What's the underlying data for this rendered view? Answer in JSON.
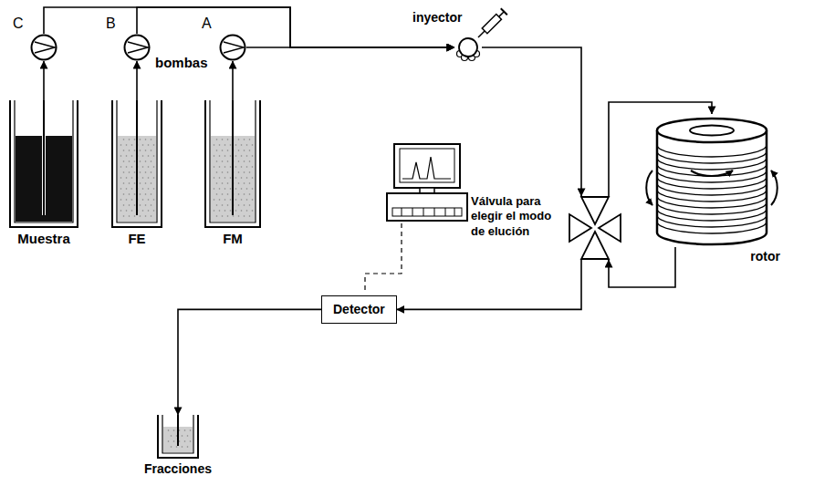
{
  "diagram": {
    "nodes": [
      {
        "text": [
          "Muestra"
        ]
      },
      {
        "text": [
          "FE"
        ]
      },
      {
        "text": [
          "FM"
        ]
      },
      {
        "text": [
          "C"
        ]
      },
      {
        "text": [
          "B"
        ]
      },
      {
        "text": [
          "A"
        ]
      },
      {
        "text": [
          "inyector"
        ]
      },
      {
        "text": [
          "Válvula para elegir el modo de elución"
        ]
      },
      {
        "text": [
          "rotor"
        ]
      },
      {
        "text": [
          "Detector"
        ]
      },
      {
        "text": [
          "Fracciones"
        ]
      }
    ],
    "edges": [
      {
        "from": 0,
        "to": 3,
        "arrow": "to"
      },
      {
        "from": 1,
        "to": 4,
        "arrow": "to"
      },
      {
        "from": 2,
        "to": 5,
        "arrow": "to"
      },
      {
        "from": 3,
        "to": 6,
        "arrow": "to"
      },
      {
        "from": 4,
        "to": 6,
        "arrow": "to"
      },
      {
        "from": 5,
        "to": 6,
        "arrow": "to"
      },
      {
        "from": 6,
        "to": 7,
        "arrow": "to"
      },
      {
        "from": 7,
        "to": 8,
        "arrow": "to"
      },
      {
        "from": 8,
        "to": 7,
        "arrow": "to"
      },
      {
        "from": 7,
        "to": 9,
        "arrow": "to"
      },
      {
        "from": 9,
        "to": 10,
        "arrow": "to"
      }
    ],
    "labels": [
      "bombas"
    ]
  }
}
